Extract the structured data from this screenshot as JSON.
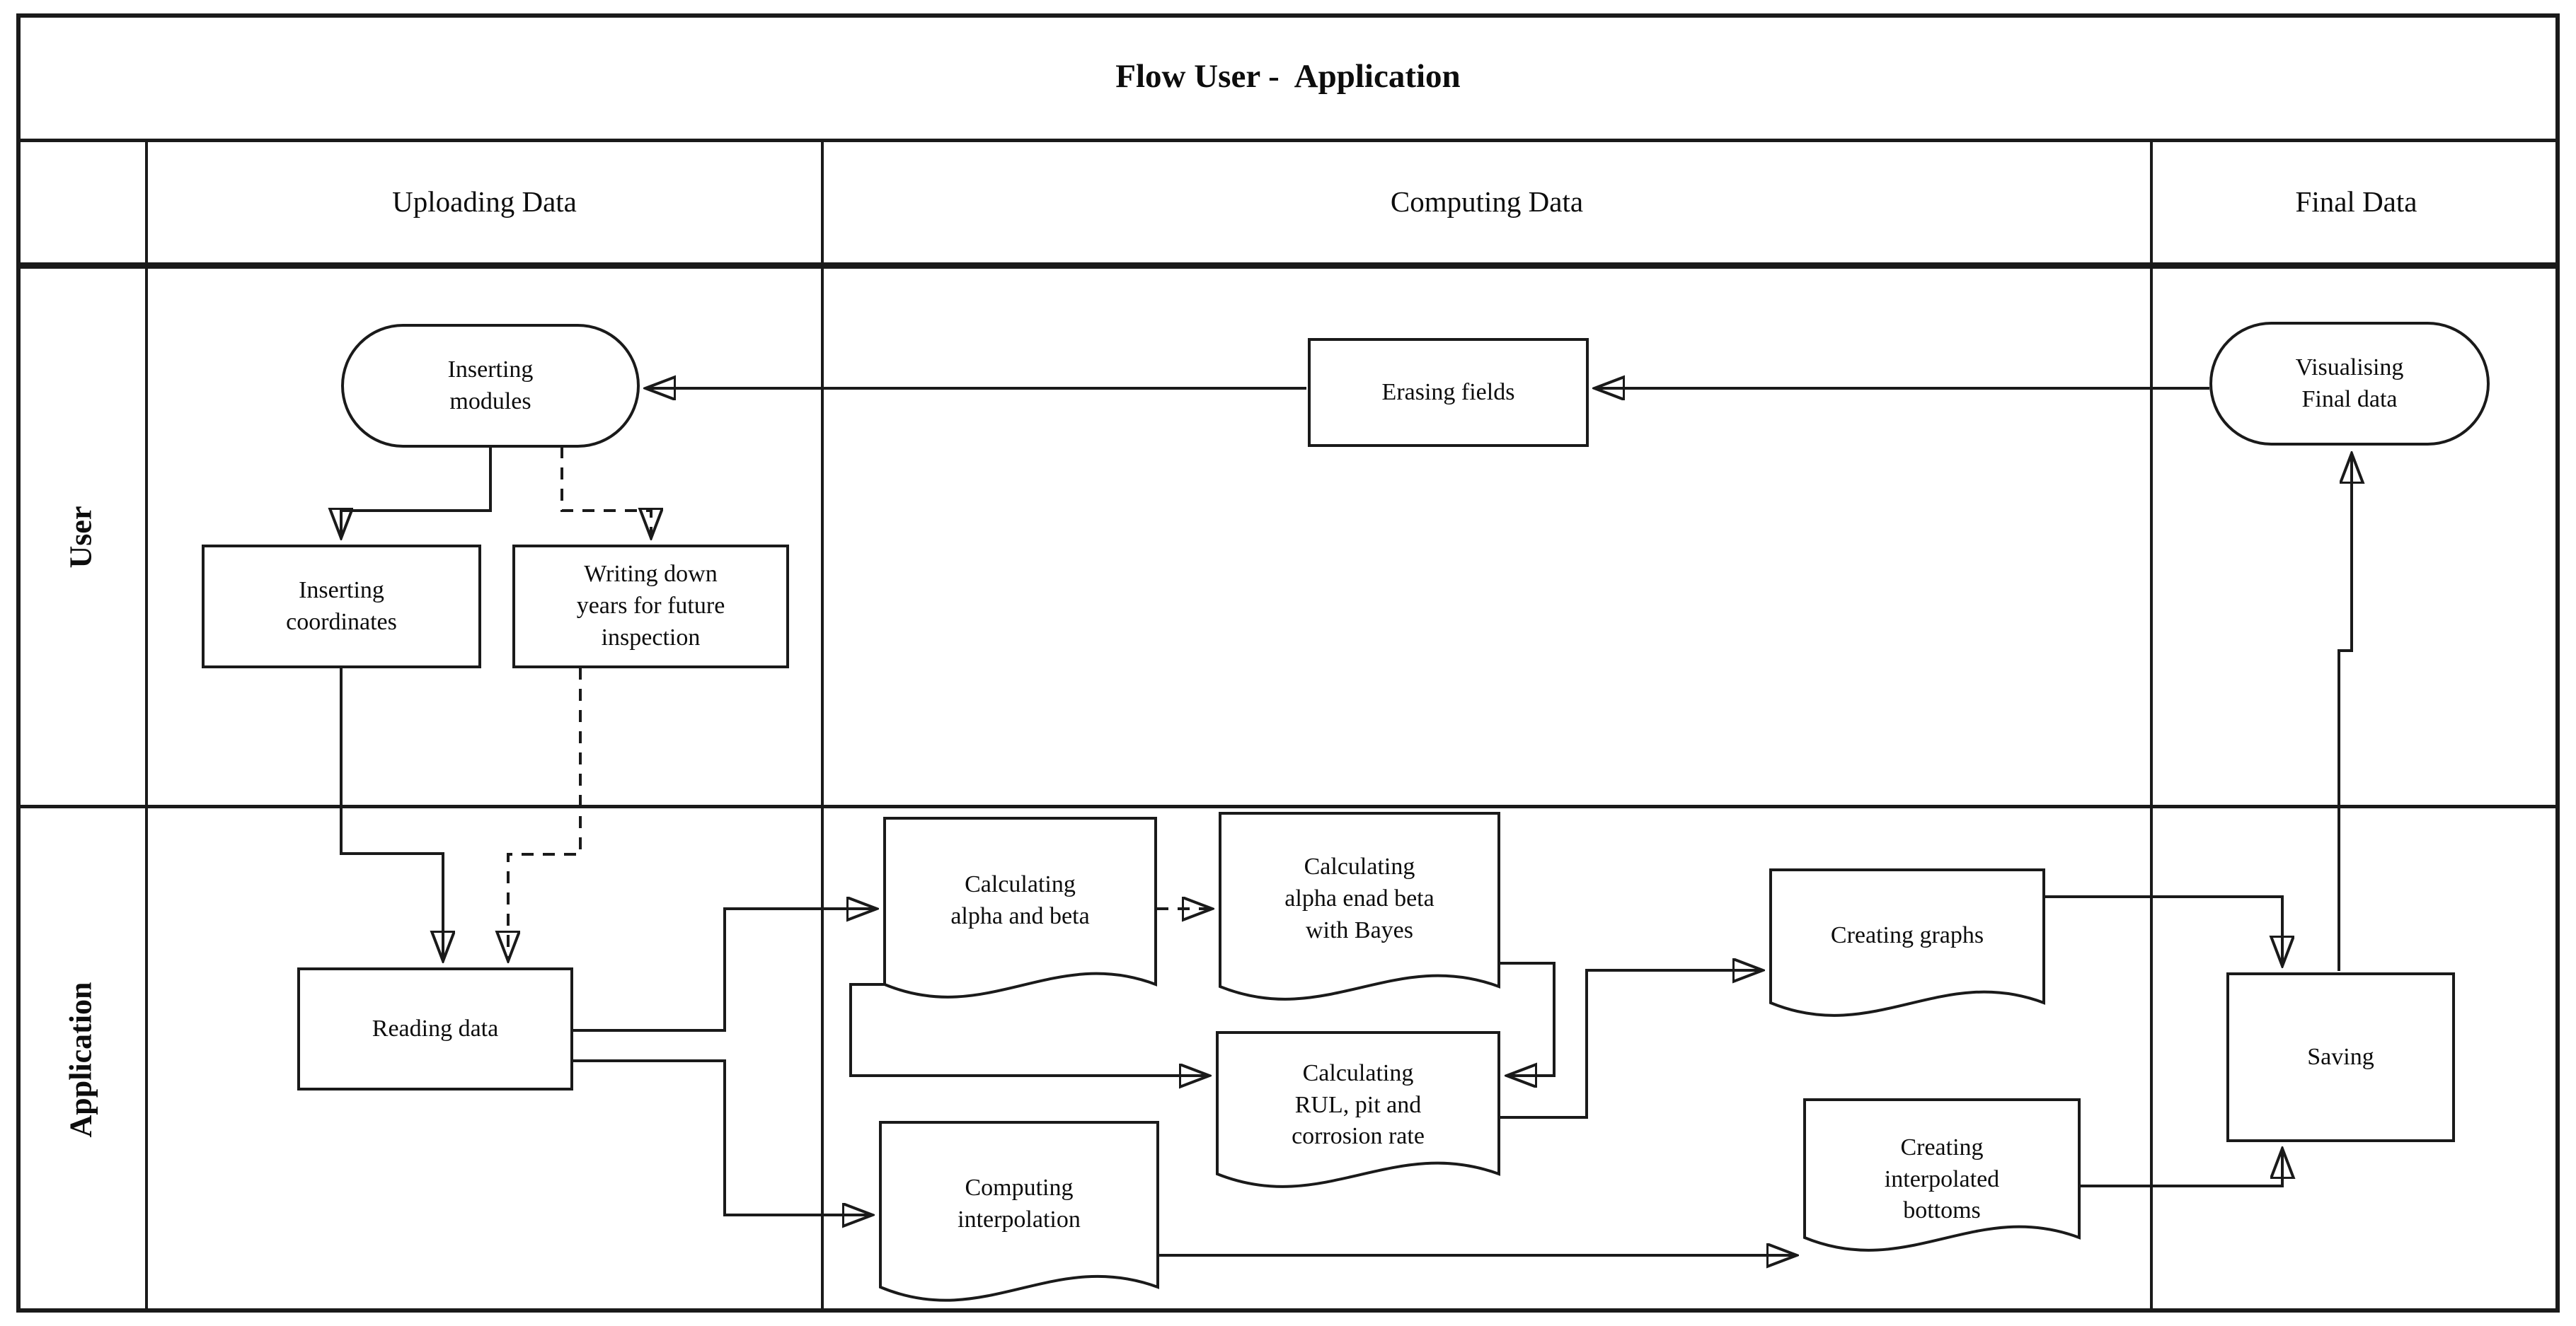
{
  "title": "Flow User -  Application",
  "columns": {
    "uploading": "Uploading Data",
    "computing": "Computing Data",
    "final": "Final Data"
  },
  "lanes": {
    "user": "User",
    "application": "Application"
  },
  "nodes": {
    "inserting_modules": {
      "label": "Inserting\nmodules",
      "shape": "terminator"
    },
    "erasing_fields": {
      "label": "Erasing fields",
      "shape": "process"
    },
    "visualising_final_data": {
      "label": "Visualising\nFinal data",
      "shape": "terminator"
    },
    "inserting_coordinates": {
      "label": "Inserting\ncoordinates",
      "shape": "process"
    },
    "writing_down_years": {
      "label": "Writing down\nyears for future\ninspection",
      "shape": "process"
    },
    "reading_data": {
      "label": "Reading data",
      "shape": "process"
    },
    "calculating_alpha_beta": {
      "label": "Calculating\nalpha and beta",
      "shape": "document"
    },
    "calculating_alpha_beta_bayes": {
      "label": "Calculating\nalpha enad beta\nwith Bayes",
      "shape": "document"
    },
    "calculating_rul": {
      "label": "Calculating\nRUL, pit and\ncorrosion rate",
      "shape": "document"
    },
    "computing_interpolation": {
      "label": "Computing\ninterpolation",
      "shape": "document"
    },
    "creating_graphs": {
      "label": "Creating graphs",
      "shape": "document"
    },
    "creating_interpolated_bottoms": {
      "label": "Creating\ninterpolated\nbottoms",
      "shape": "document"
    },
    "saving": {
      "label": "Saving",
      "shape": "process"
    }
  },
  "colors": {
    "line": "#1a1a1a",
    "background": "#ffffff",
    "text": "#0d0d0d"
  }
}
